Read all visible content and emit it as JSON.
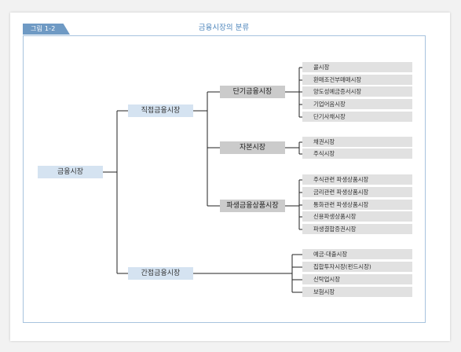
{
  "figure": {
    "number": "그림 1-2",
    "title": "금융시장의 분류"
  },
  "tree": {
    "root": "금융시장",
    "direct": {
      "label": "직접금융시장",
      "short_term": {
        "label": "단기금융시장",
        "items": [
          "콜시장",
          "환매조건부매매시장",
          "양도성예금증서시장",
          "기업어음시장",
          "단기사채시장"
        ]
      },
      "capital": {
        "label": "자본시장",
        "items": [
          "채권시장",
          "주식시장"
        ]
      },
      "derivatives": {
        "label": "파생금융상품시장",
        "items": [
          "주식관련 파생상품시장",
          "금리관련 파생상품시장",
          "통화관련 파생상품시장",
          "신용파생상품시장",
          "파생결합증권시장"
        ]
      }
    },
    "indirect": {
      "label": "간접금융시장",
      "items": [
        "예금·대출시장",
        "집합투자시장(펀드시장)",
        "신탁업시장",
        "보험시장"
      ]
    }
  },
  "colors": {
    "badge": "#6f9ac4",
    "title": "#4e86bc",
    "frame": "#a7c3de",
    "light_blue_box": "#d5e3f1",
    "gray_box": "#cbcbcb",
    "leaf_box": "#e1e1e1",
    "connector": "#222222"
  }
}
